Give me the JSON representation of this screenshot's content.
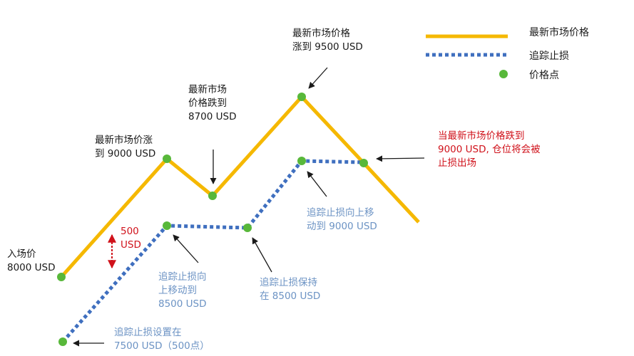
{
  "colors": {
    "market_price_line": "#f5b800",
    "trailing_stop_line": "#3f6fbf",
    "price_point": "#58b83a",
    "blue_annotation": "#6c93c4",
    "red_annotation": "#d0121b",
    "arrow": "#1a1a1a",
    "range_arrow": "#d0121b"
  },
  "legend": {
    "market_price": "最新市场价格",
    "trailing_stop": "追踪止损",
    "price_point": "价格点"
  },
  "labels": {
    "entry": [
      "入场价",
      "8000 USD"
    ],
    "rise_9000": [
      "最新市场价涨",
      "到 9000 USD"
    ],
    "drop_8700": [
      "最新市场",
      "价格跌到",
      "8700 USD"
    ],
    "rise_9500": [
      "最新市场价格",
      "涨到 9500 USD"
    ],
    "stop_triggered": [
      "当最新市场价格跌到",
      "9000 USD, 仓位将会被",
      "止损出场"
    ],
    "gap": [
      "500",
      "USD"
    ],
    "stop_set": [
      "追踪止损设置在",
      "7500 USD（500点）"
    ],
    "stop_up_8500": [
      "追踪止损向",
      "上移动到",
      "8500 USD"
    ],
    "stop_hold_8500": [
      "追踪止损保持",
      "在 8500 USD"
    ],
    "stop_up_9000": [
      "追踪止损向上移",
      "动到 9000 USD"
    ]
  }
}
